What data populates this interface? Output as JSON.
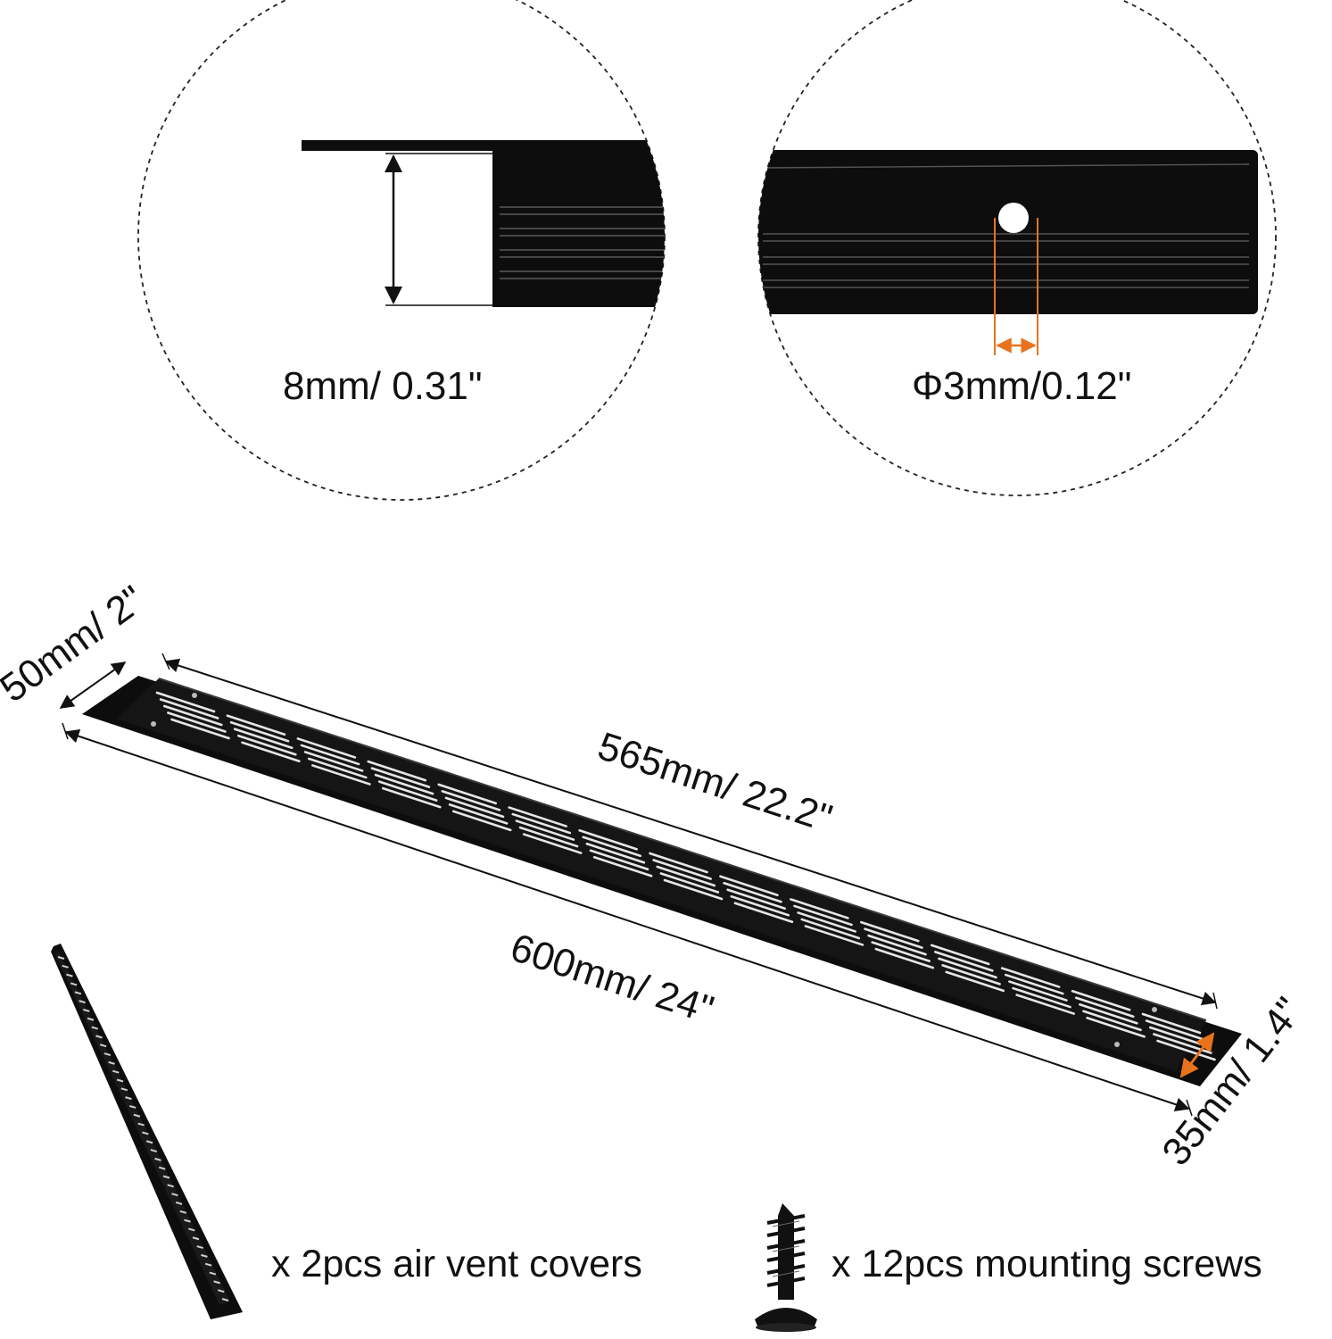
{
  "detail_views": {
    "height_label": "8mm/ 0.31\"",
    "hole_label": "Φ3mm/0.12\""
  },
  "dimensions": {
    "width_label": "50mm/ 2\"",
    "inner_length_label": "565mm/ 22.2\"",
    "outer_length_label": "600mm/ 24\"",
    "inner_width_label": "35mm/ 1.4\""
  },
  "contents": {
    "vent_covers_label": "x 2pcs air vent covers",
    "screws_label": "x 12pcs mounting screws"
  },
  "colors": {
    "product": "#0d0d0d",
    "accent_arrow": "#e8731c",
    "dashed_circle": "#222222"
  }
}
